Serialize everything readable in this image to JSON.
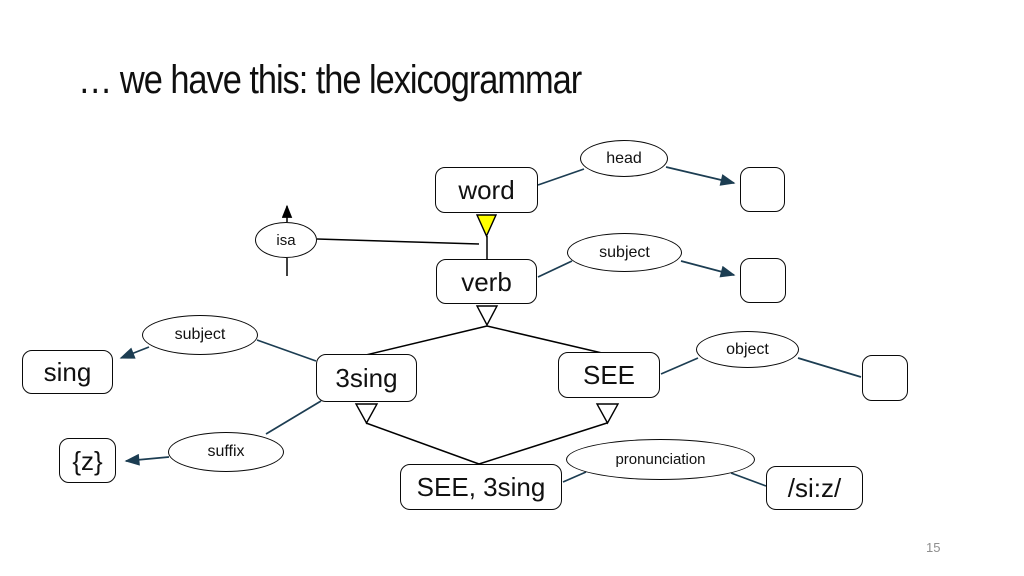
{
  "slide": {
    "title": "… we have this: the lexicogrammar",
    "page_number": "15"
  },
  "diagram": {
    "colors": {
      "relation_line": "#1c3d52",
      "structure_line": "#000000",
      "isa_triangle_fill": "#ffff00"
    },
    "nodes": {
      "word": {
        "label": "word"
      },
      "verb": {
        "label": "verb"
      },
      "sing3": {
        "label": "3sing"
      },
      "see": {
        "label": "SEE"
      },
      "sing": {
        "label": "sing"
      },
      "z_suffix": {
        "label": "{z}"
      },
      "see_3sing": {
        "label": "SEE, 3sing"
      },
      "siz": {
        "label": "/si:z/"
      }
    },
    "relations": {
      "head": {
        "label": "head"
      },
      "isa": {
        "label": "isa"
      },
      "subject_of_verb": {
        "label": "subject"
      },
      "subject_of_3sing": {
        "label": "subject"
      },
      "object": {
        "label": "object"
      },
      "suffix": {
        "label": "suffix"
      },
      "pronunciation": {
        "label": "pronunciation"
      }
    }
  }
}
